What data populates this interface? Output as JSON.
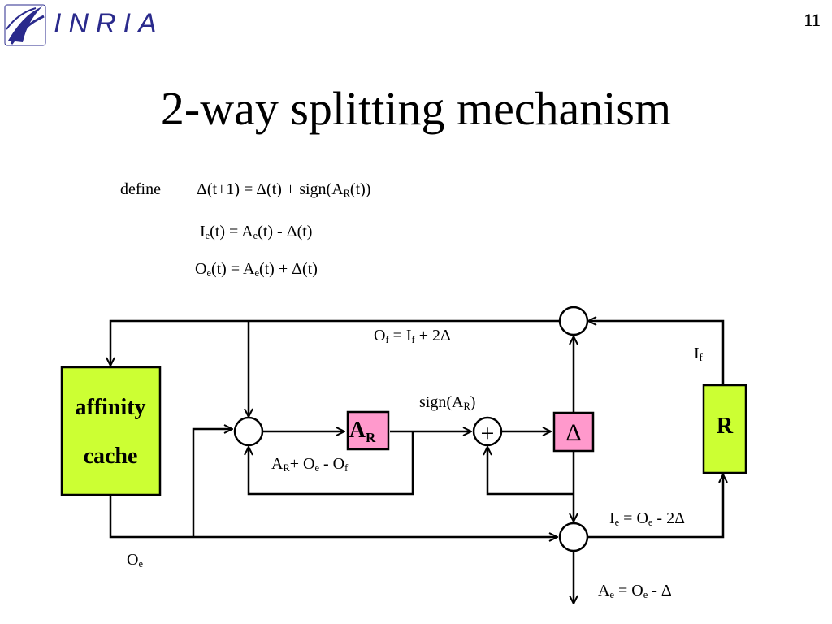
{
  "header": {
    "logo_text": "INRIA",
    "page_number": "11"
  },
  "title": "2-way splitting mechanism",
  "definitions": {
    "define_word": "define",
    "eq1": {
      "lhs": "Δ(t+1) =  Δ(t) + sign(A",
      "sub": "R",
      "rhs": "(t))"
    },
    "eq2": {
      "p1": "I",
      "s1": "e",
      "p2": "(t) =  A",
      "s2": "e",
      "p3": "(t) - Δ(t)"
    },
    "eq3": {
      "p1": "O",
      "s1": "e",
      "p2": "(t) = A",
      "s2": "e",
      "p3": "(t) + Δ(t)"
    }
  },
  "diagram": {
    "affinity_box": {
      "line1": "affinity",
      "line2": "cache",
      "color": "#ccff33"
    },
    "r_box": {
      "label": "R",
      "color": "#ccff33"
    },
    "ar_box": {
      "label": "A",
      "sub": "R",
      "color": "#ff99cc"
    },
    "delta_box": {
      "label": "Δ",
      "color": "#ff99cc"
    },
    "plus_sign": "+",
    "labels": {
      "of_eq": {
        "p1": "O",
        "s1": "f",
        "p2": " = I",
        "s2": "f",
        "p3": " + 2Δ"
      },
      "if": {
        "p1": "I",
        "s1": "f"
      },
      "sign_ar": {
        "p1": "sign(A",
        "s1": "R",
        "p2": ")"
      },
      "ar_sum": {
        "p1": "A",
        "s1": "R",
        "p2": "+ O",
        "s2": "e",
        "p3": " - O",
        "s3": "f"
      },
      "ie_eq": {
        "p1": "I",
        "s1": "e",
        "p2": " = O",
        "s2": "e",
        "p3": "  - 2Δ"
      },
      "oe": {
        "p1": "O",
        "s1": "e"
      },
      "ae_eq": {
        "p1": "A",
        "s1": "e",
        "p2": " = O",
        "s2": "e",
        "p3": "  - Δ"
      }
    }
  }
}
